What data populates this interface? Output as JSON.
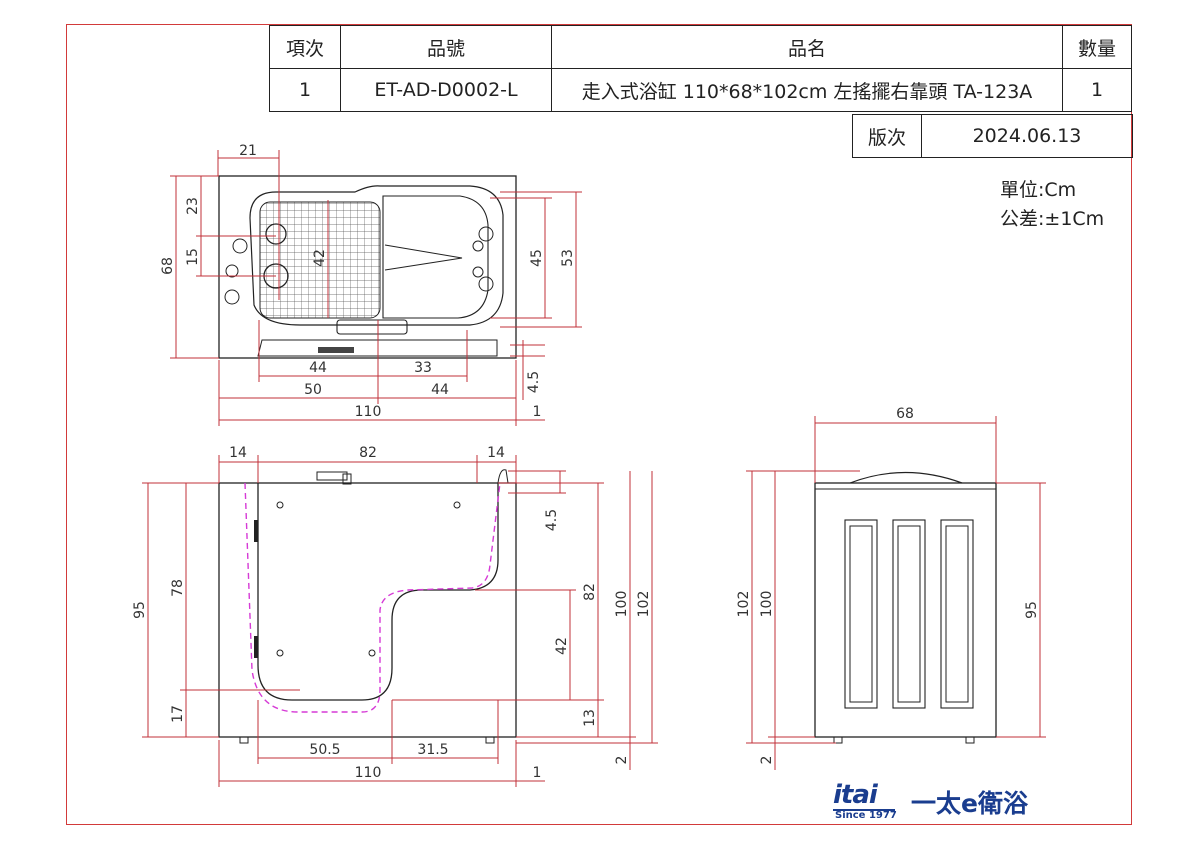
{
  "header": {
    "col_item": "項次",
    "col_code": "品號",
    "col_name": "品名",
    "col_qty": "數量",
    "row_item": "1",
    "row_code": "ET-AD-D0002-L",
    "row_name": "走入式浴缸 110*68*102cm 左搖擺右靠頭 TA-123A",
    "row_qty": "1"
  },
  "version": {
    "label": "版次",
    "value": "2024.06.13"
  },
  "notes": {
    "unit": "單位:Cm",
    "tolerance": "公差:±1Cm"
  },
  "top_view": {
    "dims": [
      "21",
      "23",
      "15",
      "68",
      "42",
      "45",
      "53",
      "44",
      "33",
      "50",
      "44",
      "4.5",
      "110",
      "1"
    ]
  },
  "front_view": {
    "dims": [
      "14",
      "82",
      "14",
      "95",
      "78",
      "17",
      "4.5",
      "82",
      "42",
      "13",
      "100",
      "102",
      "50.5",
      "31.5",
      "110",
      "1",
      "2"
    ]
  },
  "side_view": {
    "dims": [
      "68",
      "102",
      "100",
      "95",
      "2"
    ]
  },
  "logo": {
    "brand": "itai",
    "since": "Since 1977",
    "chinese": "一太e衛浴"
  },
  "colors": {
    "frame": "#d23a3a",
    "dimension": "#c0303a",
    "outline": "#222222",
    "door_path": "#d63ad6",
    "brand": "#1a3d8f"
  }
}
